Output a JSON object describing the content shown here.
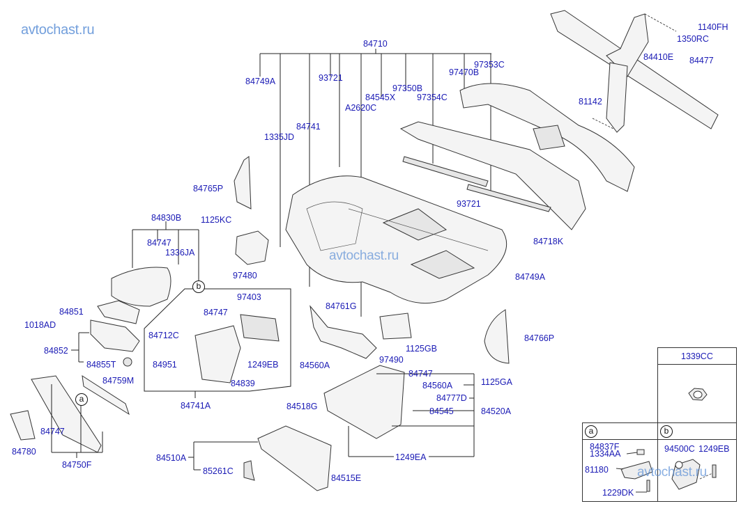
{
  "watermarks": {
    "top_left": "avtochast.ru",
    "center": "avtochast.ru",
    "bottom_right": "avtochast.ru"
  },
  "labels": {
    "p84710": "84710",
    "p84749A_top": "84749A",
    "p93721_top": "93721",
    "p84545X": "84545X",
    "pA2620C": "A2620C",
    "p97350B": "97350B",
    "p97354C": "97354C",
    "p97470B": "97470B",
    "p97353C": "97353C",
    "p1335JD": "1335JD",
    "p84741": "84741",
    "p1140FH": "1140FH",
    "p1350RC": "1350RC",
    "p84477": "84477",
    "p84410E": "84410E",
    "p81142": "81142",
    "p84765P": "84765P",
    "p1125KC": "1125KC",
    "p97480": "97480",
    "p93721_mid": "93721",
    "p84718K": "84718K",
    "p84749A_mid": "84749A",
    "p84830B": "84830B",
    "p84747_cluster": "84747",
    "p1336JA": "1336JA",
    "p84851": "84851",
    "p1018AD": "1018AD",
    "p84852": "84852",
    "p84855T": "84855T",
    "p84759M": "84759M",
    "p97403": "97403",
    "p84747_center": "84747",
    "p84712C": "84712C",
    "p84951": "84951",
    "p1249EB": "1249EB",
    "p84839": "84839",
    "p84741A": "84741A",
    "p84761G": "84761G",
    "p97490": "97490",
    "p1125GB": "1125GB",
    "p84766P": "84766P",
    "p1125GA": "1125GA",
    "p84560A_left": "84560A",
    "p84747_glove": "84747",
    "p84560A_right": "84560A",
    "p84777D": "84777D",
    "p84545": "84545",
    "p84520A": "84520A",
    "p84518G": "84518G",
    "p1249EA": "1249EA",
    "p84510A": "84510A",
    "p85261C": "85261C",
    "p84515E": "84515E",
    "p84747_lower": "84747",
    "p84780": "84780",
    "p84750F": "84750F"
  },
  "callouts": {
    "a": "a",
    "b": "b"
  },
  "detail_tables": {
    "top": {
      "title": "1339CC"
    },
    "a": {
      "marker": "a",
      "labels": [
        "84837F",
        "1334AA",
        "81180",
        "1229DK"
      ]
    },
    "b": {
      "marker": "b",
      "labels": [
        "94500C",
        "1249EB"
      ]
    }
  }
}
